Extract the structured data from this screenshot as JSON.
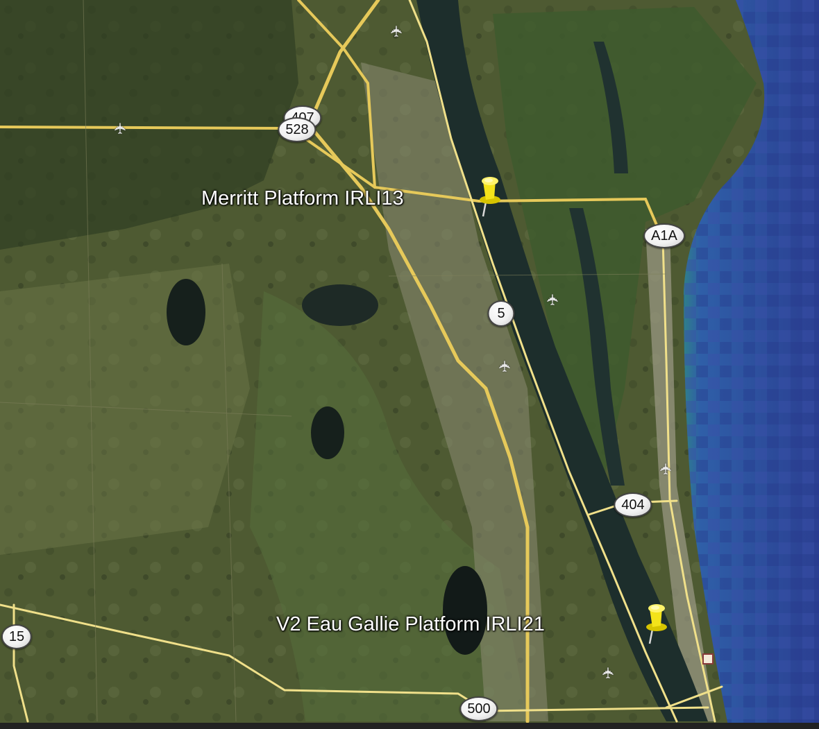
{
  "map": {
    "colors": {
      "land": "#4e5a32",
      "ocean": "#2c4f9a",
      "river": "#1d2e2c",
      "road": "#e6c95a",
      "pin": "#f3e31a"
    },
    "route_shields": [
      {
        "id": "407",
        "label": "407"
      },
      {
        "id": "528",
        "label": "528"
      },
      {
        "id": "a1a",
        "label": "A1A"
      },
      {
        "id": "5",
        "label": "5"
      },
      {
        "id": "404",
        "label": "404"
      },
      {
        "id": "15",
        "label": "15"
      },
      {
        "id": "500",
        "label": "500"
      }
    ],
    "placemarks": [
      {
        "label": "Merritt Platform IRLI13",
        "icon": "yellow-pushpin-icon"
      },
      {
        "label": "V2 Eau Gallie Platform IRLI21",
        "icon": "yellow-pushpin-icon"
      }
    ],
    "icons": [
      "airport-icon",
      "point-of-interest-icon"
    ]
  }
}
